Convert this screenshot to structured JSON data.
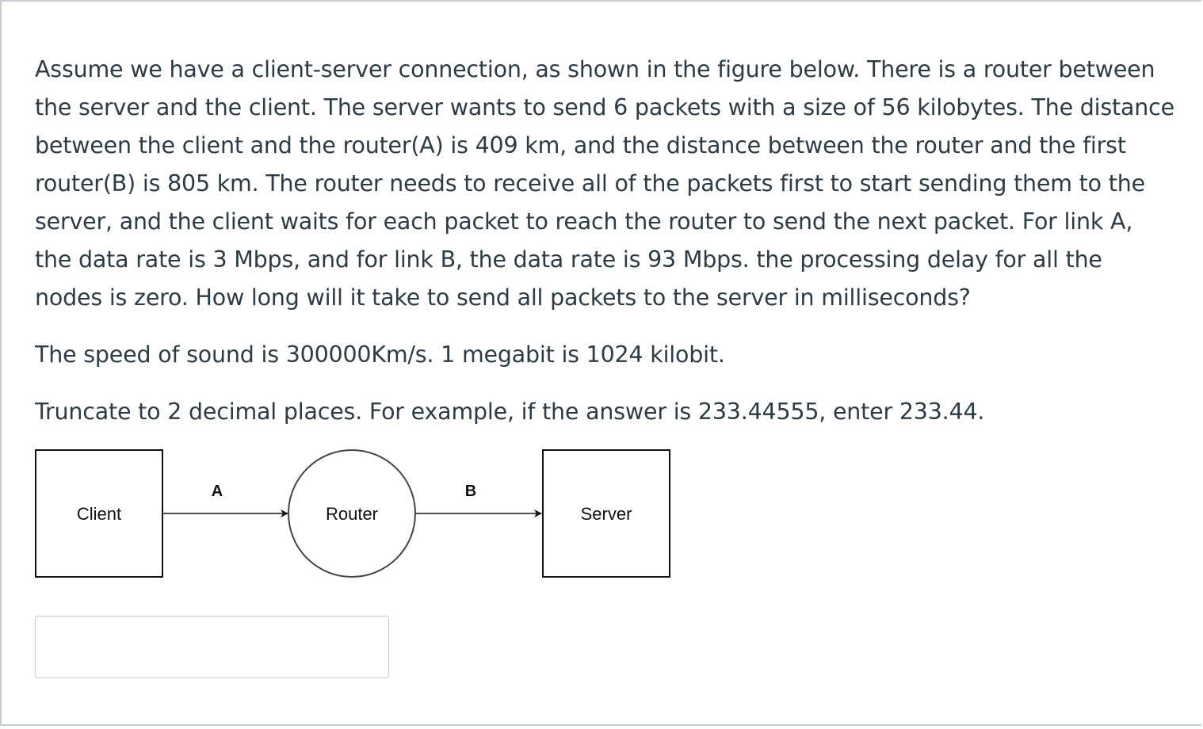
{
  "question": {
    "paragraphs": [
      "Assume we have a client-server connection, as shown in the figure below. There is a router between the server and the client. The server wants to send 6 packets with a size of 56 kilobytes. The distance between the client and the router(A) is 409 km, and the distance between the router and the first router(B) is 805 km. The router needs to receive all of the packets first to start sending them to the server, and the client waits for each packet to reach the router to send the next packet. For link A, the data rate is 3 Mbps, and for link B, the data rate is 93 Mbps. the processing delay for all the nodes is zero.  How long will it take to send all packets to the server in milliseconds?",
      "The speed of sound is 300000Km/s. 1 megabit is 1024 kilobit.",
      "Truncate to 2 decimal places. For example, if the answer is 233.44555, enter 233.44."
    ]
  },
  "diagram": {
    "client_label": "Client",
    "router_label": "Router",
    "server_label": "Server",
    "link_a_label": "A",
    "link_b_label": "B"
  },
  "answer": {
    "value": "",
    "placeholder": ""
  },
  "colors": {
    "text": "#2d3b45",
    "border": "#c7cdd1",
    "diagram_stroke": "#111111"
  }
}
